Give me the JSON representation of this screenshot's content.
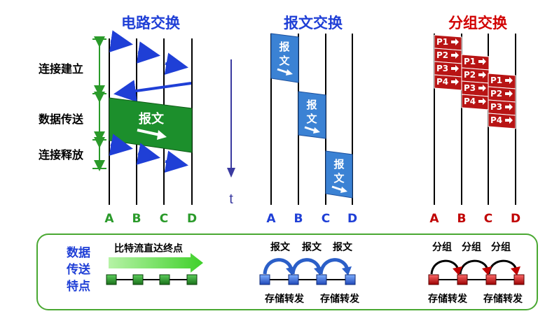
{
  "titles": {
    "circuit": "电路交换",
    "message": "报文交换",
    "packet": "分组交换"
  },
  "phases": {
    "setup": "连接建立",
    "transfer": "数据传送",
    "release": "连接释放"
  },
  "nodes": [
    "A",
    "B",
    "C",
    "D"
  ],
  "time_label": "t",
  "message_label": "报文",
  "message_block_text": [
    "报",
    "文"
  ],
  "packets": [
    "P1",
    "P2",
    "P3",
    "P4"
  ],
  "features": {
    "heading_lines": [
      "数据",
      "传送",
      "特点"
    ],
    "circuit_caption": "比特流直达终点",
    "message_captions": [
      "报文",
      "报文",
      "报文"
    ],
    "packet_captions": [
      "分组",
      "分组",
      "分组"
    ],
    "store_forward": [
      "存储转发",
      "存储转发"
    ],
    "store_forward_packet": [
      "存储转发",
      "存储转发"
    ]
  },
  "colors": {
    "circuit_title": "#1f3fd6",
    "message_title": "#1f3fd6",
    "packet_title": "#d10000",
    "green_dark": "#1a7a23",
    "green_block": "#1c8f2c",
    "blue_arrow": "#1f3fd6",
    "message_block": "#3b82d4",
    "packet_block": "#b81414",
    "node_green": "#2a9a2a",
    "node_blue": "#1f3fd6",
    "node_red": "#c00000",
    "panel_border": "#4aa832"
  }
}
